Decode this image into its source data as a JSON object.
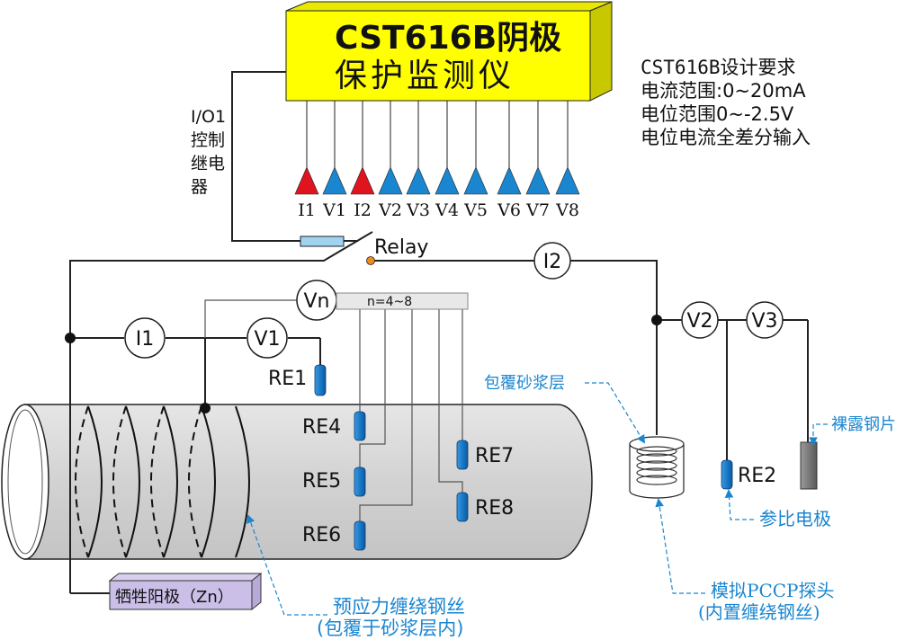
{
  "instrument": {
    "title_line1": "CST616B阴极",
    "title_line2": "保护监测仪",
    "box_color": "#ffff00",
    "box_shadow_color": "#d9d900"
  },
  "requirements": {
    "title": "CST616B设计要求",
    "current_range": "电流范围:0~20mA",
    "potential_range": "电位范围0~-2.5V",
    "input_type": "电位电流全差分输入"
  },
  "relay_control": {
    "io_label": "I/O1",
    "line2": "控制",
    "line3": "继电",
    "line4": "器",
    "relay_label": "Relay"
  },
  "channels": [
    {
      "label": "I1",
      "color": "#e0141e"
    },
    {
      "label": "V1",
      "color": "#1a86d0"
    },
    {
      "label": "I2",
      "color": "#e0141e"
    },
    {
      "label": "V2",
      "color": "#1a86d0"
    },
    {
      "label": "V3",
      "color": "#1a86d0"
    },
    {
      "label": "V4",
      "color": "#1a86d0"
    },
    {
      "label": "V5",
      "color": "#1a86d0"
    },
    {
      "label": "V6",
      "color": "#1a86d0"
    },
    {
      "label": "V7",
      "color": "#1a86d0"
    },
    {
      "label": "V8",
      "color": "#1a86d0"
    }
  ],
  "meters": {
    "i1": "I1",
    "v1": "V1",
    "i2": "I2",
    "v2": "V2",
    "v3": "V3",
    "vn": "Vn",
    "n_range": "n=4~8"
  },
  "electrodes": {
    "re1": "RE1",
    "re2": "RE2",
    "re4": "RE4",
    "re5": "RE5",
    "re6": "RE6",
    "re7": "RE7",
    "re8": "RE8",
    "color": "#1a7ac8"
  },
  "annotations": {
    "mortar_layer": "包覆砂浆层",
    "exposed_steel": "裸露钢片",
    "reference_electrode": "参比电极",
    "pccp_probe_line1": "模拟PCCP探头",
    "pccp_probe_line2": "(内置缠绕钢丝)",
    "prestress_wire_line1": "预应力缠绕钢丝",
    "prestress_wire_line2": "(包覆于砂浆层内)",
    "anode": "牺牲阳极（Zn）",
    "annotation_color": "#1a86d0"
  }
}
